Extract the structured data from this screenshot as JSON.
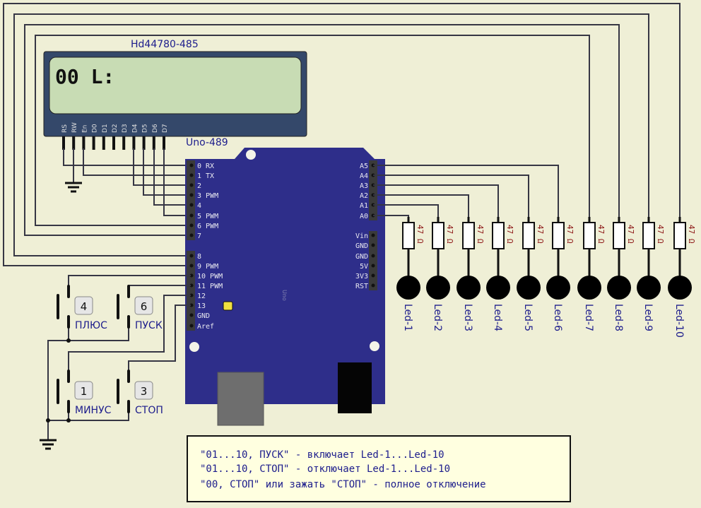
{
  "lcd": {
    "title": "Hd44780-485",
    "display_text": "00 L:",
    "pins": [
      "RS",
      "RW",
      "En",
      "D0",
      "D1",
      "D2",
      "D3",
      "D4",
      "D5",
      "D6",
      "D7"
    ],
    "screen_color": "#c8dcb4"
  },
  "board": {
    "title": "Uno-489",
    "silk": "Uno",
    "color": "#2e2e8a",
    "left_pins": [
      "0 RX",
      "1 TX",
      "2",
      "3 PWM",
      "4",
      "5 PWM",
      "6 PWM",
      "7",
      "8",
      "9 PWM",
      "10 PWM",
      "11 PWM",
      "12",
      "13",
      "GND",
      "Aref"
    ],
    "right_pins": [
      "A5",
      "A4",
      "A3",
      "A2",
      "A1",
      "A0",
      "Vin",
      "GND",
      "GND",
      "5V",
      "3V3",
      "RST"
    ]
  },
  "buttons": [
    {
      "key": "4",
      "label": "ПЛЮС"
    },
    {
      "key": "6",
      "label": "ПУСК"
    },
    {
      "key": "1",
      "label": "МИНУС"
    },
    {
      "key": "3",
      "label": "СТОП"
    }
  ],
  "resistor_label": "47 Ω",
  "leds": [
    "Led-1",
    "Led-2",
    "Led-3",
    "Led-4",
    "Led-5",
    "Led-6",
    "Led-7",
    "Led-8",
    "Led-9",
    "Led-10"
  ],
  "note": {
    "lines": [
      "\"01...10, ПУСК\" - включает Led-1...Led-10",
      "\"01...10, СТОП\" - отключает Led-1...Led-10",
      "\"00, СТОП\" или зажать \"СТОП\" - полное отключение"
    ]
  }
}
